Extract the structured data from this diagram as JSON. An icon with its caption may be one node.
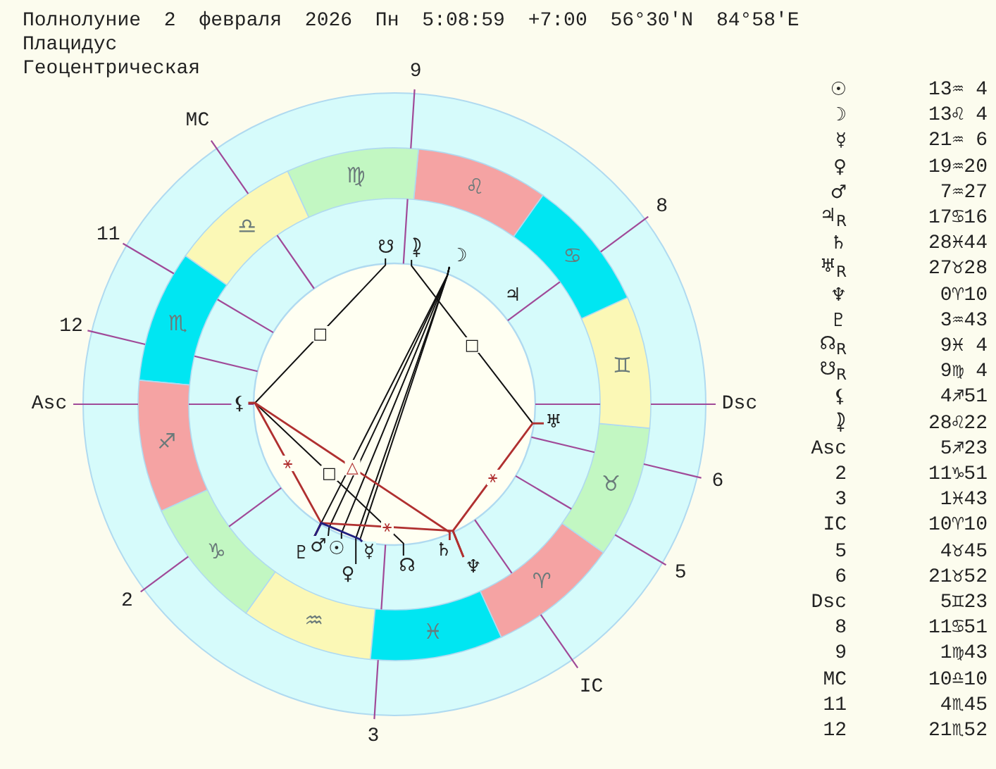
{
  "diagram": {
    "title": "Полнолуние 2 февраля 2026 Пн 5:08:59 +7:00 56°30'N 84°58'E",
    "nodes": [
      {
        "text": [
          "☋"
        ]
      },
      {
        "text": [
          "⯝"
        ]
      },
      {
        "text": [
          "☽"
        ]
      },
      {
        "text": [
          "⚸"
        ]
      },
      {
        "text": [
          "♅"
        ]
      },
      {
        "text": [
          "♇"
        ]
      },
      {
        "text": [
          "♂"
        ]
      },
      {
        "text": [
          "☉"
        ]
      },
      {
        "text": [
          "☿"
        ]
      },
      {
        "text": [
          "♀"
        ]
      },
      {
        "text": [
          "☊"
        ]
      },
      {
        "text": [
          "♄"
        ]
      },
      {
        "text": [
          "♆"
        ]
      }
    ],
    "edges": [
      {
        "from": 0,
        "to": 3,
        "arrow": "none",
        "label": "□"
      },
      {
        "from": 1,
        "to": 4,
        "arrow": "none",
        "label": "□"
      },
      {
        "from": 2,
        "to": 5,
        "arrow": "none"
      },
      {
        "from": 2,
        "to": 6,
        "arrow": "none"
      },
      {
        "from": 2,
        "to": 7,
        "arrow": "none"
      },
      {
        "from": 2,
        "to": 8,
        "arrow": "none"
      },
      {
        "from": 2,
        "to": 9,
        "arrow": "none"
      },
      {
        "from": 3,
        "to": 10,
        "arrow": "none",
        "label": "□"
      },
      {
        "from": 3,
        "to": 11,
        "arrow": "none",
        "label": "△",
        "color": "#b03030"
      },
      {
        "from": 3,
        "to": 5,
        "arrow": "none",
        "label": "⚹",
        "color": "#b03030"
      },
      {
        "from": 5,
        "to": 12,
        "arrow": "none",
        "label": "⚹",
        "color": "#b03030"
      },
      {
        "from": 12,
        "to": 4,
        "arrow": "none",
        "label": "⚹",
        "color": "#b03030"
      },
      {
        "from": 5,
        "to": 8,
        "arrow": "none",
        "color": "#202080"
      }
    ],
    "labels": [
      "Плацидус",
      "Геоцентрическая",
      "Asc",
      "2",
      "3",
      "IC",
      "5",
      "6",
      "Dsc",
      "8",
      "9",
      "MC",
      "11",
      "12",
      "♈",
      "♉",
      "♊",
      "♋",
      "♌",
      "♍",
      "♎",
      "♏",
      "♐",
      "♑",
      "♒",
      "♓",
      "♃",
      "☉",
      "13♒ 4",
      "☽",
      "13♌ 4",
      "☿",
      "21♒ 6",
      "♀",
      "19♒20",
      "♂",
      "7♒27",
      "♃$_{R}$",
      "17♋16",
      "♄",
      "28♓44",
      "♅$_{R}$",
      "27♉28",
      "♆",
      "0♈10",
      "♇",
      "3♒43",
      "☊$_{R}$",
      "9♓ 4",
      "☋$_{R}$",
      "9♍ 4",
      "⚸",
      "4♐51",
      "⯝",
      "28♌22",
      "Asc",
      "5♐23",
      "2",
      "11♑51",
      "3",
      "1♓43",
      "IC",
      "10♈10",
      "5",
      "4♉45",
      "6",
      "21♉52",
      "Dsc",
      "5♊23",
      "8",
      "11♋51",
      "9",
      "1♍43",
      "MC",
      "10♎10",
      "11",
      "4♏45",
      "12",
      "21♏52"
    ]
  }
}
